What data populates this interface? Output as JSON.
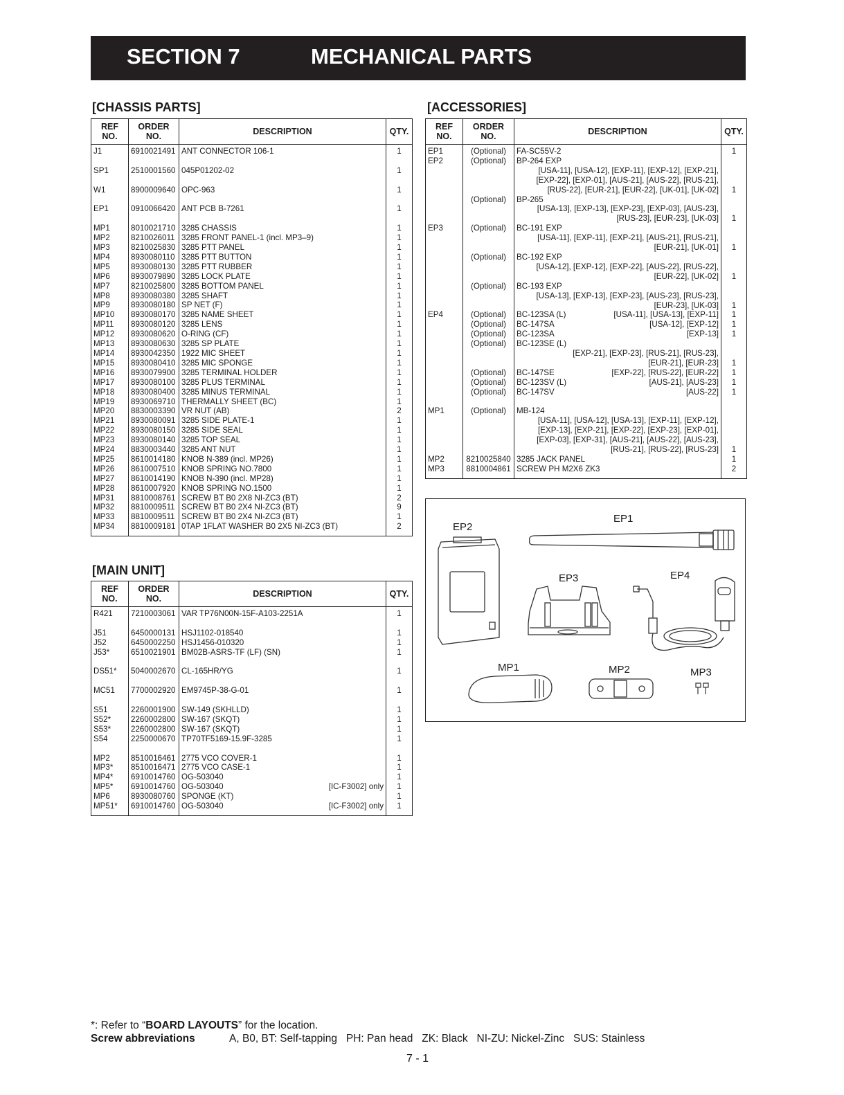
{
  "header": {
    "section": "SECTION 7",
    "title": "MECHANICAL PARTS"
  },
  "columns": {
    "ref1": "REF",
    "ref2": "NO.",
    "order1": "ORDER",
    "order2": "NO.",
    "desc": "DESCRIPTION",
    "qty": "QTY."
  },
  "chassis": {
    "heading": "[CHASSIS PARTS]",
    "rows": [
      {
        "ref": "J1",
        "order": "6910021491",
        "desc": "ANT CONNECTOR 106-1",
        "qty": "1"
      },
      {
        "ref": "",
        "order": "",
        "desc": "",
        "qty": ""
      },
      {
        "ref": "SP1",
        "order": "2510001560",
        "desc": "045P01202-02",
        "qty": "1"
      },
      {
        "ref": "",
        "order": "",
        "desc": "",
        "qty": ""
      },
      {
        "ref": "W1",
        "order": "8900009640",
        "desc": "OPC-963",
        "qty": "1"
      },
      {
        "ref": "",
        "order": "",
        "desc": "",
        "qty": ""
      },
      {
        "ref": "EP1",
        "order": "0910066420",
        "desc": "ANT PCB B-7261",
        "qty": "1"
      },
      {
        "ref": "",
        "order": "",
        "desc": "",
        "qty": ""
      },
      {
        "ref": "MP1",
        "order": "8010021710",
        "desc": "3285 CHASSIS",
        "qty": "1"
      },
      {
        "ref": "MP2",
        "order": "8210026011",
        "desc": "3285 FRONT PANEL-1 (incl. MP3–9)",
        "qty": "1"
      },
      {
        "ref": "MP3",
        "order": "8210025830",
        "desc": "3285 PTT PANEL",
        "qty": "1"
      },
      {
        "ref": "MP4",
        "order": "8930080110",
        "desc": "3285 PTT BUTTON",
        "qty": "1"
      },
      {
        "ref": "MP5",
        "order": "8930080130",
        "desc": "3285 PTT RUBBER",
        "qty": "1"
      },
      {
        "ref": "MP6",
        "order": "8930079890",
        "desc": "3285 LOCK PLATE",
        "qty": "1"
      },
      {
        "ref": "MP7",
        "order": "8210025800",
        "desc": "3285 BOTTOM PANEL",
        "qty": "1"
      },
      {
        "ref": "MP8",
        "order": "8930080380",
        "desc": "3285 SHAFT",
        "qty": "1"
      },
      {
        "ref": "MP9",
        "order": "8930080180",
        "desc": "SP NET (F)",
        "qty": "1"
      },
      {
        "ref": "MP10",
        "order": "8930080170",
        "desc": "3285 NAME SHEET",
        "qty": "1"
      },
      {
        "ref": "MP11",
        "order": "8930080120",
        "desc": "3285 LENS",
        "qty": "1"
      },
      {
        "ref": "MP12",
        "order": "8930080620",
        "desc": "O-RING (CF)",
        "qty": "1"
      },
      {
        "ref": "MP13",
        "order": "8930080630",
        "desc": "3285 SP PLATE",
        "qty": "1"
      },
      {
        "ref": "MP14",
        "order": "8930042350",
        "desc": "1922 MIC SHEET",
        "qty": "1"
      },
      {
        "ref": "MP15",
        "order": "8930080410",
        "desc": "3285 MIC SPONGE",
        "qty": "1"
      },
      {
        "ref": "MP16",
        "order": "8930079900",
        "desc": "3285 TERMINAL HOLDER",
        "qty": "1"
      },
      {
        "ref": "MP17",
        "order": "8930080100",
        "desc": "3285 PLUS TERMINAL",
        "qty": "1"
      },
      {
        "ref": "MP18",
        "order": "8930080400",
        "desc": "3285 MINUS TERMINAL",
        "qty": "1"
      },
      {
        "ref": "MP19",
        "order": "8930069710",
        "desc": "THERMALLY SHEET (BC)",
        "qty": "1"
      },
      {
        "ref": "MP20",
        "order": "8830003390",
        "desc": "VR NUT (AB)",
        "qty": "2"
      },
      {
        "ref": "MP21",
        "order": "8930080091",
        "desc": "3285 SIDE PLATE-1",
        "qty": "1"
      },
      {
        "ref": "MP22",
        "order": "8930080150",
        "desc": "3285 SIDE SEAL",
        "qty": "1"
      },
      {
        "ref": "MP23",
        "order": "8930080140",
        "desc": "3285 TOP SEAL",
        "qty": "1"
      },
      {
        "ref": "MP24",
        "order": "8830003440",
        "desc": "3285 ANT NUT",
        "qty": "1"
      },
      {
        "ref": "MP25",
        "order": "8610014180",
        "desc": "KNOB N-389 (incl. MP26)",
        "qty": "1"
      },
      {
        "ref": "MP26",
        "order": "8610007510",
        "desc": "KNOB SPRING NO.7800",
        "qty": "1"
      },
      {
        "ref": "MP27",
        "order": "8610014190",
        "desc": "KNOB N-390 (incl. MP28)",
        "qty": "1"
      },
      {
        "ref": "MP28",
        "order": "8610007920",
        "desc": "KNOB SPRING NO.1500",
        "qty": "1"
      },
      {
        "ref": "MP31",
        "order": "8810008761",
        "desc": "SCREW BT B0 2X8 NI-ZC3 (BT)",
        "qty": "2"
      },
      {
        "ref": "MP32",
        "order": "8810009511",
        "desc": "SCREW BT B0 2X4 NI-ZC3 (BT)",
        "qty": "9"
      },
      {
        "ref": "MP33",
        "order": "8810009511",
        "desc": "SCREW BT B0 2X4 NI-ZC3 (BT)",
        "qty": "1"
      },
      {
        "ref": "MP34",
        "order": "8810009181",
        "desc": "0TAP 1FLAT WASHER B0 2X5 NI-ZC3 (BT)",
        "qty": "2"
      }
    ]
  },
  "main_unit": {
    "heading": "[MAIN UNIT]",
    "rows": [
      {
        "ref": "R421",
        "order": "7210003061",
        "desc": "VAR TP76N00N-15F-A103-2251A",
        "note": "",
        "qty": "1"
      },
      {
        "ref": "",
        "order": "",
        "desc": "",
        "note": "",
        "qty": ""
      },
      {
        "ref": "J51",
        "order": "6450000131",
        "desc": "HSJ1102-018540",
        "note": "",
        "qty": "1"
      },
      {
        "ref": "J52",
        "order": "6450002250",
        "desc": "HSJ1456-010320",
        "note": "",
        "qty": "1"
      },
      {
        "ref": "J53*",
        "order": "6510021901",
        "desc": "BM02B-ASRS-TF (LF) (SN)",
        "note": "",
        "qty": "1"
      },
      {
        "ref": "",
        "order": "",
        "desc": "",
        "note": "",
        "qty": ""
      },
      {
        "ref": "DS51*",
        "order": "5040002670",
        "desc": "CL-165HR/YG",
        "note": "",
        "qty": "1"
      },
      {
        "ref": "",
        "order": "",
        "desc": "",
        "note": "",
        "qty": ""
      },
      {
        "ref": "MC51",
        "order": "7700002920",
        "desc": "EM9745P-38-G-01",
        "note": "",
        "qty": "1"
      },
      {
        "ref": "",
        "order": "",
        "desc": "",
        "note": "",
        "qty": ""
      },
      {
        "ref": "S51",
        "order": "2260001900",
        "desc": "SW-149  (SKHLLD)",
        "note": "",
        "qty": "1"
      },
      {
        "ref": "S52*",
        "order": "2260002800",
        "desc": "SW-167 (SKQT)",
        "note": "",
        "qty": "1"
      },
      {
        "ref": "S53*",
        "order": "2260002800",
        "desc": "SW-167 (SKQT)",
        "note": "",
        "qty": "1"
      },
      {
        "ref": "S54",
        "order": "2250000670",
        "desc": "TP70TF5169-15.9F-3285",
        "note": "",
        "qty": "1"
      },
      {
        "ref": "",
        "order": "",
        "desc": "",
        "note": "",
        "qty": ""
      },
      {
        "ref": "MP2",
        "order": "8510016461",
        "desc": "2775 VCO COVER-1",
        "note": "",
        "qty": "1"
      },
      {
        "ref": "MP3*",
        "order": "8510016471",
        "desc": "2775 VCO CASE-1",
        "note": "",
        "qty": "1"
      },
      {
        "ref": "MP4*",
        "order": "6910014760",
        "desc": "OG-503040",
        "note": "",
        "qty": "1"
      },
      {
        "ref": "MP5*",
        "order": "6910014760",
        "desc": "OG-503040",
        "note": "[IC-F3002] only",
        "qty": "1"
      },
      {
        "ref": "MP6",
        "order": "8930080760",
        "desc": "SPONGE (KT)",
        "note": "",
        "qty": "1"
      },
      {
        "ref": "MP51*",
        "order": "6910014760",
        "desc": "OG-503040",
        "note": "[IC-F3002] only",
        "qty": "1"
      }
    ]
  },
  "accessories": {
    "heading": "[ACCESSORIES]",
    "rows": [
      {
        "ref": "EP1",
        "order": "(Optional)",
        "desc": "FA-SC55V-2",
        "tag": "",
        "ind": "",
        "qty": "1"
      },
      {
        "ref": "EP2",
        "order": "(Optional)",
        "desc": "BP-264 EXP",
        "tag": "",
        "ind": "",
        "qty": ""
      },
      {
        "ref": "",
        "order": "",
        "desc": "",
        "tag": "",
        "ind": "[USA-11], [USA-12], [EXP-11], [EXP-12], [EXP-21],",
        "qty": ""
      },
      {
        "ref": "",
        "order": "",
        "desc": "",
        "tag": "",
        "ind": "[EXP-22], [EXP-01], [AUS-21], [AUS-22], [RUS-21],",
        "qty": ""
      },
      {
        "ref": "",
        "order": "",
        "desc": "",
        "tag": "",
        "ind": "[RUS-22], [EUR-21], [EUR-22], [UK-01], [UK-02]",
        "qty": "1"
      },
      {
        "ref": "",
        "order": "(Optional)",
        "desc": "BP-265",
        "tag": "",
        "ind": "",
        "qty": ""
      },
      {
        "ref": "",
        "order": "",
        "desc": "",
        "tag": "",
        "ind": "[USA-13], [EXP-13], [EXP-23], [EXP-03], [AUS-23],",
        "qty": ""
      },
      {
        "ref": "",
        "order": "",
        "desc": "",
        "tag": "",
        "ind": "[RUS-23], [EUR-23], [UK-03]",
        "qty": "1"
      },
      {
        "ref": "EP3",
        "order": "(Optional)",
        "desc": "BC-191 EXP",
        "tag": "",
        "ind": "",
        "qty": ""
      },
      {
        "ref": "",
        "order": "",
        "desc": "",
        "tag": "",
        "ind": "[USA-11], [EXP-11], [EXP-21], [AUS-21], [RUS-21],",
        "qty": ""
      },
      {
        "ref": "",
        "order": "",
        "desc": "",
        "tag": "",
        "ind": "[EUR-21], [UK-01]",
        "qty": "1"
      },
      {
        "ref": "",
        "order": "(Optional)",
        "desc": "BC-192 EXP",
        "tag": "",
        "ind": "",
        "qty": ""
      },
      {
        "ref": "",
        "order": "",
        "desc": "",
        "tag": "",
        "ind": "[USA-12], [EXP-12], [EXP-22], [AUS-22], [RUS-22],",
        "qty": ""
      },
      {
        "ref": "",
        "order": "",
        "desc": "",
        "tag": "",
        "ind": "[EUR-22], [UK-02]",
        "qty": "1"
      },
      {
        "ref": "",
        "order": "(Optional)",
        "desc": "BC-193 EXP",
        "tag": "",
        "ind": "",
        "qty": ""
      },
      {
        "ref": "",
        "order": "",
        "desc": "",
        "tag": "",
        "ind": "[USA-13], [EXP-13], [EXP-23], [AUS-23], [RUS-23],",
        "qty": ""
      },
      {
        "ref": "",
        "order": "",
        "desc": "",
        "tag": "",
        "ind": "[EUR-23], [UK-03]",
        "qty": "1"
      },
      {
        "ref": "EP4",
        "order": "(Optional)",
        "desc": "BC-123SA (L)",
        "tag": "[USA-11], [USA-13], [EXP-11]",
        "ind": "",
        "qty": "1"
      },
      {
        "ref": "",
        "order": "(Optional)",
        "desc": "BC-147SA",
        "tag": "[USA-12], [EXP-12]",
        "ind": "",
        "qty": "1"
      },
      {
        "ref": "",
        "order": "(Optional)",
        "desc": "BC-123SA",
        "tag": "[EXP-13]",
        "ind": "",
        "qty": "1"
      },
      {
        "ref": "",
        "order": "(Optional)",
        "desc": "BC-123SE (L)",
        "tag": "",
        "ind": "",
        "qty": ""
      },
      {
        "ref": "",
        "order": "",
        "desc": "",
        "tag": "",
        "ind": "[EXP-21], [EXP-23], [RUS-21], [RUS-23],",
        "qty": ""
      },
      {
        "ref": "",
        "order": "",
        "desc": "",
        "tag": "",
        "ind": "[EUR-21], [EUR-23]",
        "qty": "1"
      },
      {
        "ref": "",
        "order": "(Optional)",
        "desc": "BC-147SE",
        "tag": "[EXP-22], [RUS-22], [EUR-22]",
        "ind": "",
        "qty": "1"
      },
      {
        "ref": "",
        "order": "(Optional)",
        "desc": "BC-123SV (L)",
        "tag": "[AUS-21], [AUS-23]",
        "ind": "",
        "qty": "1"
      },
      {
        "ref": "",
        "order": "(Optional)",
        "desc": "BC-147SV",
        "tag": "[AUS-22]",
        "ind": "",
        "qty": "1"
      },
      {
        "ref": "",
        "order": "",
        "desc": "",
        "tag": "",
        "ind": "",
        "qty": ""
      },
      {
        "ref": "MP1",
        "order": "(Optional)",
        "desc": "MB-124",
        "tag": "",
        "ind": "",
        "qty": ""
      },
      {
        "ref": "",
        "order": "",
        "desc": "",
        "tag": "",
        "ind": "[USA-11], [USA-12], [USA-13], [EXP-11], [EXP-12],",
        "qty": ""
      },
      {
        "ref": "",
        "order": "",
        "desc": "",
        "tag": "",
        "ind": "[EXP-13], [EXP-21], [EXP-22], [EXP-23], [EXP-01],",
        "qty": ""
      },
      {
        "ref": "",
        "order": "",
        "desc": "",
        "tag": "",
        "ind": "[EXP-03], [EXP-31], [AUS-21], [AUS-22], [AUS-23],",
        "qty": ""
      },
      {
        "ref": "",
        "order": "",
        "desc": "",
        "tag": "",
        "ind": "[RUS-21], [RUS-22], [RUS-23]",
        "qty": "1"
      },
      {
        "ref": "MP2",
        "order": "8210025840",
        "desc": "3285 JACK PANEL",
        "tag": "",
        "ind": "",
        "qty": "1"
      },
      {
        "ref": "MP3",
        "order": "8810004861",
        "desc": "SCREW PH M2X6 ZK3",
        "tag": "",
        "ind": "",
        "qty": "2"
      }
    ]
  },
  "figure": {
    "ep1": "EP1",
    "ep2": "EP2",
    "ep3": "EP3",
    "ep4": "EP4",
    "mp1": "MP1",
    "mp2": "MP2",
    "mp3": "MP3"
  },
  "footer": {
    "note_prefix": "*: Refer to “",
    "note_bold": "BOARD LAYOUTS",
    "note_suffix": "” for the location.",
    "abbr_label": "Screw abbreviations",
    "abbr_text": "A, B0, BT: Self-tapping   PH: Pan head   ZK: Black   NI-ZU: Nickel-Zinc   SUS: Stainless",
    "page": "7 - 1"
  }
}
